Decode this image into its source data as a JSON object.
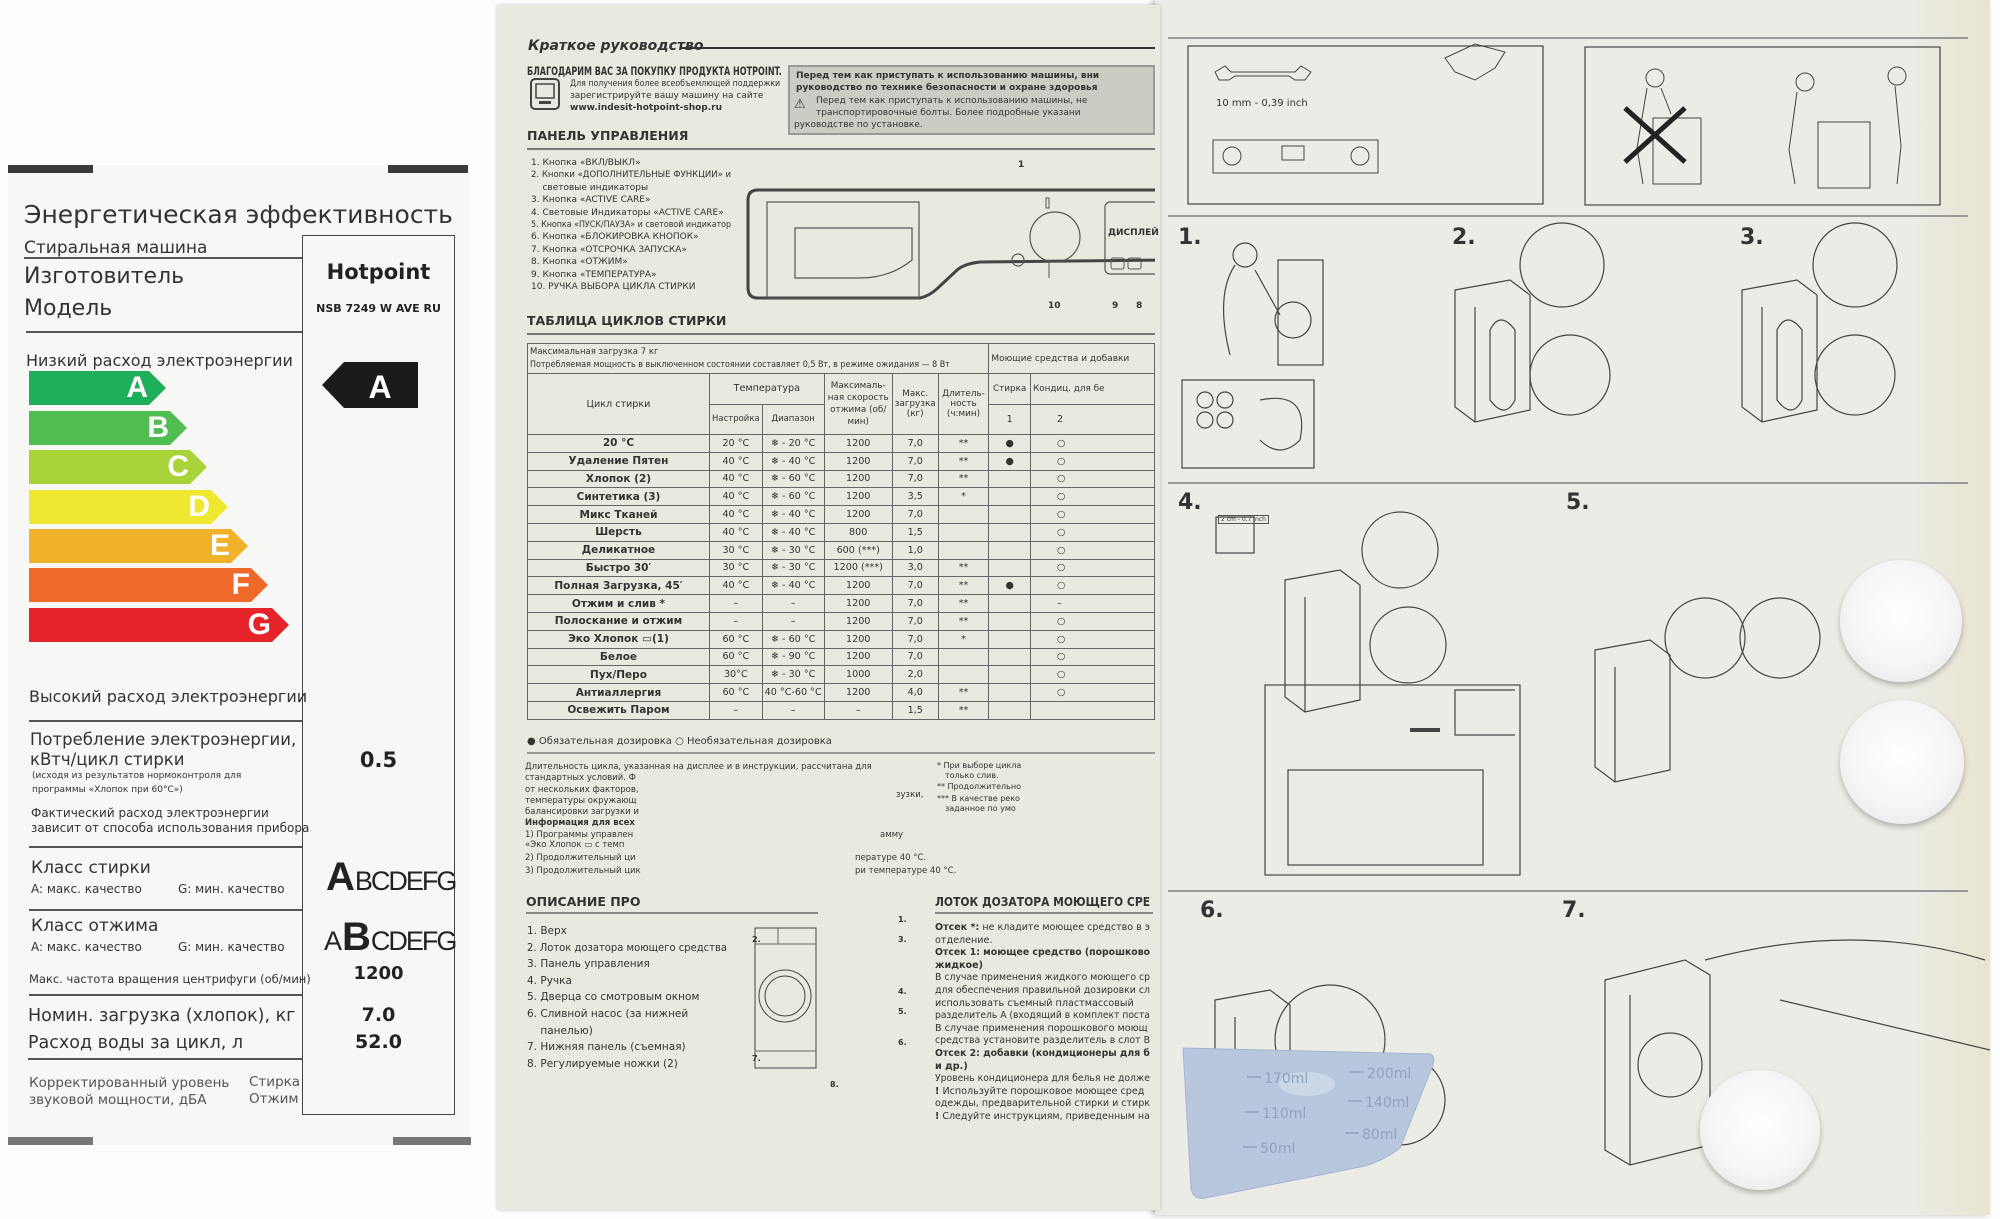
{
  "energy_label": {
    "title": "Энергетическая эффективность",
    "appliance": "Стиральная машина",
    "manufacturer_label": "Изготовитель",
    "model_label": "Модель",
    "brand": "Hotpoint",
    "model": "NSB 7249 W AVE RU",
    "low_consumption": "Низкий расход электроэнергии",
    "high_consumption": "Высокий расход электроэнергии",
    "classes": [
      {
        "letter": "A",
        "color": "#1fae5a"
      },
      {
        "letter": "B",
        "color": "#4fbd4f"
      },
      {
        "letter": "C",
        "color": "#a8d43a"
      },
      {
        "letter": "D",
        "color": "#eee830"
      },
      {
        "letter": "E",
        "color": "#f2b12b"
      },
      {
        "letter": "F",
        "color": "#ef6a2a"
      },
      {
        "letter": "G",
        "color": "#e5232b"
      }
    ],
    "rating": "A",
    "consumption_label_1": "Потребление электроэнергии,",
    "consumption_label_2": "кВтч/цикл стирки",
    "consumption_note_1": "(исходя из результатов нормоконтроля для",
    "consumption_note_2": "программы «Хлопок при 60°С»)",
    "consumption_value": "0.5",
    "actual_note_1": "Фактический расход электроэнергии",
    "actual_note_2": "зависит от способа использования прибора",
    "wash_class_label": "Класс стирки",
    "spin_class_label": "Класс отжима",
    "max_quality": "A: макс. качество",
    "min_quality": "G: мин. качество",
    "wash_class_big": "A",
    "wash_class_rest": "BCDEFG",
    "spin_class_pre": "A",
    "spin_class_big": "B",
    "spin_class_rest": "CDEFG",
    "max_spin_label": "Макс. частота вращения центрифуги (об/мин)",
    "max_spin_value": "1200",
    "load_label": "Номин. загрузка (хлопок), кг",
    "load_value": "7.0",
    "water_label": "Расход воды за цикл, л",
    "water_value": "52.0",
    "noise_label_1": "Корректированный уровень",
    "noise_label_2": "звуковой мощности, дБА",
    "noise_wash": "Стирка",
    "noise_spin": "Отжим"
  },
  "manual": {
    "title": "Краткое руководство",
    "thanks": "БЛАГОДАРИМ ВАС ЗА ПОКУПКУ ПРОДУКТА HOTPOINT.",
    "register_1": "Для получения более всеобъемлющей поддержки",
    "register_2": "зарегистрируйте вашу машину на сайте",
    "website": "www.indesit-hotpoint-shop.ru",
    "warning_1": "Перед тем как приступать к использованию машины, вни",
    "warning_2": "руководство по технике безопасности и охране здоровья",
    "warning_3": "Перед тем как приступать к использованию машины, не",
    "warning_4": "транспортировочные болты. Более подробные указани",
    "warning_5": "руководстве по установке.",
    "panel_heading": "ПАНЕЛЬ УПРАВЛЕНИЯ",
    "panel_items": [
      "1. Кнопка «ВКЛ/ВЫКЛ»",
      "2. Кнопки «ДОПОЛНИТЕЛЬНЫЕ ФУНКЦИИ» и",
      "    световые индикаторы",
      "3. Кнопка «ACTIVE CARE»",
      "4. Световые Индикаторы «ACTIVE CARE»",
      "5. Кнопка «ПУСК/ПАУЗА» и световой индикатор",
      "6. Кнопка «БЛОКИРОВКА КНОПОК»",
      "7. Кнопка «ОТСРОЧКА ЗАПУСКА»",
      "8. Кнопка «ОТЖИМ»",
      "9. Кнопка «ТЕМПЕРАТУРА»",
      "10. РУЧКА ВЫБОРА ЦИКЛА СТИРКИ"
    ],
    "display_label": "ДИСПЛЕЙ",
    "callouts": {
      "c1": "1",
      "c10": "10",
      "c9": "9",
      "c8": "8"
    },
    "table_heading": "ТАБЛИЦА ЦИКЛОВ СТИРКИ",
    "table": {
      "info_1": "Максимальная загрузка 7 кг",
      "info_2": "Потребляемая мощность в выключенном состоянии составляет 0,5 Вт, в режиме ожидания — 8 Вт",
      "detergents": "Моющие средства и добавки",
      "h_cycle": "Цикл стирки",
      "h_temp": "Температура",
      "h_setting": "Настройка",
      "h_range": "Диапазон",
      "h_speed": "Максималь-ная скорость отжима (об/мин)",
      "h_load": "Макс. загрузка (кг)",
      "h_duration": "Длитель-ность (ч:мин)",
      "h_wash": "Стирка",
      "h_cond": "Кондиц. для бе",
      "h_wash_num": "1",
      "h_cond_num": "2",
      "rows": [
        [
          "20 °C",
          "20 °C",
          "❄ - 20 °C",
          "1200",
          "7,0",
          "**",
          "●",
          "○"
        ],
        [
          "Удаление Пятен",
          "40 °C",
          "❄ - 40 °C",
          "1200",
          "7,0",
          "**",
          "●",
          "○"
        ],
        [
          "Хлопок (2)",
          "40 °C",
          "❄ - 60 °C",
          "1200",
          "7,0",
          "**",
          "",
          "○"
        ],
        [
          "Синтетика (3)",
          "40 °C",
          "❄ - 60 °C",
          "1200",
          "3,5",
          "*",
          "",
          "○"
        ],
        [
          "Микс Тканей",
          "40 °C",
          "❄ - 40 °C",
          "1200",
          "7,0",
          "",
          "",
          "○"
        ],
        [
          "Шерсть",
          "40 °C",
          "❄ - 40 °C",
          "800",
          "1,5",
          "",
          "",
          "○"
        ],
        [
          "Деликатное",
          "30 °C",
          "❄ - 30 °C",
          "600 (***)",
          "1,0",
          "",
          "",
          "○"
        ],
        [
          "Быстро 30′",
          "30 °C",
          "❄ - 30 °C",
          "1200 (***)",
          "3,0",
          "**",
          "",
          "○"
        ],
        [
          "Полная Загрузка, 45′",
          "40 °C",
          "❄ - 40 °C",
          "1200",
          "7,0",
          "**",
          "●",
          "○"
        ],
        [
          "Отжим и слив *",
          "–",
          "–",
          "1200",
          "7,0",
          "**",
          "",
          "–"
        ],
        [
          "Полоскание и отжим",
          "–",
          "–",
          "1200",
          "7,0",
          "**",
          "",
          "○"
        ],
        [
          "Эко Хлопок ▭(1)",
          "60 °C",
          "❄ - 60 °C",
          "1200",
          "7,0",
          "*",
          "",
          "○"
        ],
        [
          "Белое",
          "60 °C",
          "❄ - 90 °C",
          "1200",
          "7,0",
          "",
          "",
          "○"
        ],
        [
          "Пух/Перо",
          "30°C",
          "❄ - 30 °C",
          "1000",
          "2,0",
          "",
          "",
          "○"
        ],
        [
          "Антиаллергия",
          "60 °C",
          "40 °C-60 °C",
          "1200",
          "4,0",
          "**",
          "",
          "○"
        ],
        [
          "Освежить Паром",
          "–",
          "–",
          "–",
          "1,5",
          "**",
          "",
          ""
        ]
      ],
      "legend": "● Обязательная дозировка ○ Необязательная дозировка"
    },
    "notes_left": [
      "Длительность цикла, указанная на дисплее и в инструкции, рассчитана для",
      "стандартных условий. Ф",
      "от нескольких факторов,",
      "температуры окружающ",
      "балансировки загрузки и"
    ],
    "notes_right_tail": [
      "зузки,"
    ],
    "info_heading": "Информация для всех",
    "info_lines": [
      "1) Программы управлен",
      "«Эко Хлопок ▭ с темп",
      "2) Продолжительный ци",
      "3) Продолжительный цик"
    ],
    "info_tails": [
      "амму",
      "пературе 40 °С.",
      "ри температуре 40 °С."
    ],
    "footnotes": [
      "* При выборе цикла",
      "только слив.",
      "** Продолжительно",
      "*** В качестве реко",
      "заданное по умо"
    ],
    "description_heading": "ОПИСАНИЕ ПРО",
    "description_items": [
      "1. Верх",
      "2. Лоток дозатора моющего средства",
      "3. Панель управления",
      "4. Ручка",
      "5. Дверца со смотровым окном",
      "6. Сливной насос (за нижней",
      "    панелью)",
      "7. Нижняя панель (съемная)",
      "8. Регулируемые ножки (2)"
    ],
    "drawing_numbers": [
      "1.",
      "2.",
      "3.",
      "4.",
      "5.",
      "6.",
      "7.",
      "8."
    ],
    "dispenser_heading": "ЛОТОК ДОЗАТОРА МОЮЩЕГО СРЕ",
    "dispenser_lines": [
      {
        "b": "Отсек *:",
        "t": " не кладите моющее средство в э"
      },
      {
        "b": "",
        "t": "отделение."
      },
      {
        "b": "Отсек 1: моющее средство (порошково",
        "t": ""
      },
      {
        "b": "жидкое)",
        "t": ""
      },
      {
        "b": "",
        "t": "В случае применения жидкого моющего ср"
      },
      {
        "b": "",
        "t": "для обеспечения правильной дозировки сл"
      },
      {
        "b": "",
        "t": "использовать съемный пластмассовый"
      },
      {
        "b": "",
        "t": "разделитель А (входящий в комплект поста"
      },
      {
        "b": "",
        "t": "В случае применения порошкового моющ"
      },
      {
        "b": "",
        "t": "средства установите разделитель в слот В"
      },
      {
        "b": "Отсек 2: добавки (кондиционеры для б",
        "t": ""
      },
      {
        "b": "и др.)",
        "t": ""
      },
      {
        "b": "",
        "t": "Уровень кондиционера для белья не долже"
      },
      {
        "b": "!",
        "t": " Используйте порошковое моющее сред"
      },
      {
        "b": "",
        "t": "одежды, предварительной стирки и стирк"
      },
      {
        "b": "!",
        "t": " Следуйте инструкциям, приведенным на"
      }
    ]
  },
  "scoop": {
    "marks": [
      "170ml",
      "200ml",
      "110ml",
      "140ml",
      "50ml",
      "80ml"
    ],
    "color": "#b6c6dd"
  },
  "install": {
    "wrench_size": "10 mm - 0,39 inch",
    "gap": "2 cm - 0,7 inch",
    "steps": [
      "1.",
      "2.",
      "3.",
      "4.",
      "5.",
      "6.",
      "7."
    ]
  }
}
